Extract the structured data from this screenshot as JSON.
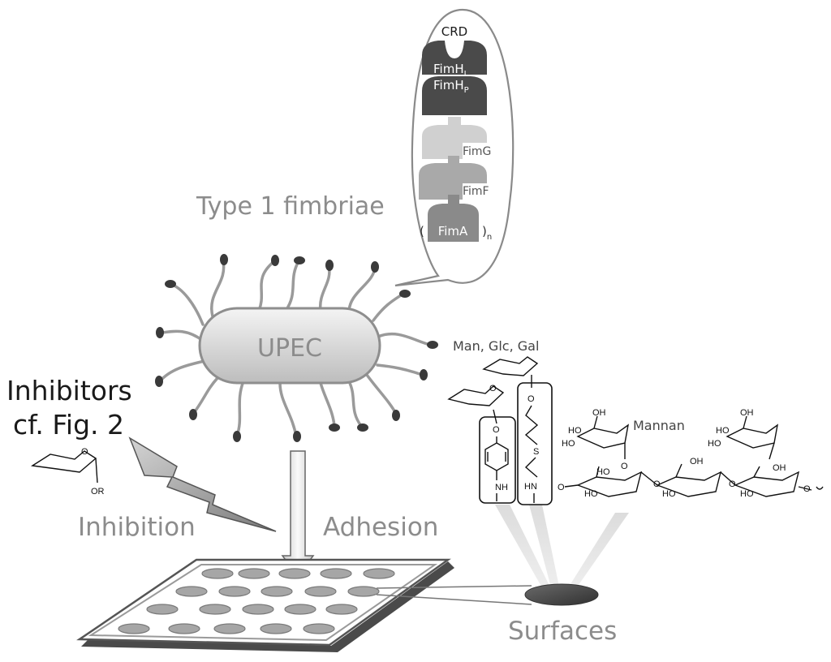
{
  "labels": {
    "type1_fimbriae": "Type 1 fimbriae",
    "upec": "UPEC",
    "inhibitors_line1": "Inhibitors",
    "inhibitors_line2": "cf. Fig. 2",
    "inhibitor_or": "OR",
    "inhibitor_o": "O",
    "inhibition": "Inhibition",
    "adhesion": "Adhesion",
    "surfaces": "Surfaces",
    "sugars": "Man, Glc, Gal",
    "mannan": "Mannan"
  },
  "fimbria_parts": {
    "crd": "CRD",
    "fimh_l": "FimH",
    "fimh_l_sub": "L",
    "fimh_p": "FimH",
    "fimh_p_sub": "P",
    "fimg": "FimG",
    "fimf": "FimF",
    "fima": "FimA",
    "fima_open": "(",
    "fima_close": ")",
    "fima_sub": "n"
  },
  "linker_atoms": {
    "o1": "O",
    "nh1": "NH",
    "o2": "O",
    "s": "S",
    "hn": "HN"
  },
  "mannan_atoms": {
    "ho": "HO",
    "oh": "OH",
    "o": "O"
  },
  "colors": {
    "fimh": "#4a4a4a",
    "fimg": "#d0d0d0",
    "fimf": "#a9a9a9",
    "fima": "#8a8a8a",
    "label_gray": "#8c8c8c",
    "surface_dark": "#4d4d4d"
  }
}
